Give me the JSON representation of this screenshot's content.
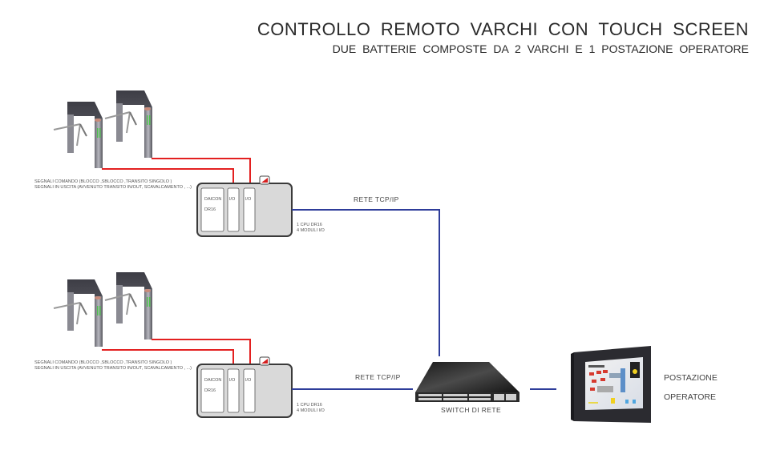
{
  "header": {
    "title": "CONTROLLO  REMOTO  VARCHI  CON  TOUCH  SCREEN",
    "subtitle": "DUE  BATTERIE  COMPOSTE  DA 2 VARCHI  E 1 POSTAZIONE  OPERATORE"
  },
  "batteries": [
    {
      "signals_line1": "SEGNALI  COMANDO (BLOCCO ,SBLOCCO ,TRANSITO  SINGOLO )",
      "signals_line2": "SEGNALI  IN USCITA  (AVVENUTO  TRANSITO  IN/OUT, SCAVALCAMENTO  , ...)",
      "controller": {
        "cpu_label_1": "DAICON",
        "cpu_label_2": "DR16",
        "module_1": "I/O",
        "module_2": "I/O",
        "info_line1": "1 CPU  DR16",
        "info_line2": "4 MODULI  I/O"
      },
      "network_label": "RETE  TCP/IP"
    },
    {
      "signals_line1": "SEGNALI  COMANDO (BLOCCO ,SBLOCCO ,TRANSITO  SINGOLO )",
      "signals_line2": "SEGNALI  IN USCITA  (AVVENUTO  TRANSITO  IN/OUT, SCAVALCAMENTO  , ...)",
      "controller": {
        "cpu_label_1": "DAICON",
        "cpu_label_2": "DR16",
        "module_1": "I/O",
        "module_2": "I/O",
        "info_line1": "1 CPU  DR16",
        "info_line2": "4 MODULI  I/O"
      },
      "network_label": "RETE  TCP/IP"
    }
  ],
  "switch": {
    "label": "SWITCH  DI RETE"
  },
  "operator": {
    "line1": "POSTAZIONE",
    "line2": "OPERATORE"
  },
  "colors": {
    "signal_wire": "#e32020",
    "network_wire": "#2e3d9a",
    "controller_fill": "#d9d9d9",
    "controller_stroke": "#3a3a3a"
  }
}
